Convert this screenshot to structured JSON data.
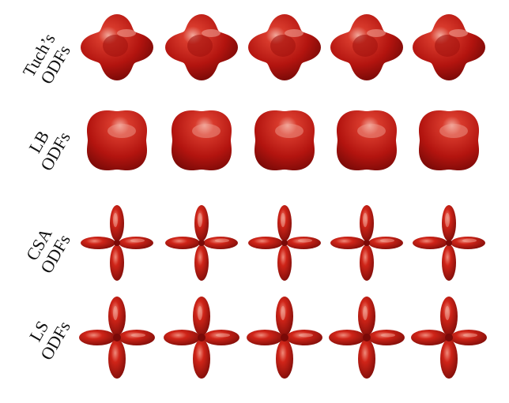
{
  "figure": {
    "rows": [
      {
        "line1": "Tuch’s",
        "line2": "ODFs",
        "shape": "blob-spiky",
        "count": 5
      },
      {
        "line1": "LB",
        "line2": "ODFs",
        "shape": "blob-smooth",
        "count": 5
      },
      {
        "line1": "CSA",
        "line2": "ODFs",
        "shape": "cross-petal",
        "count": 5
      },
      {
        "line1": "LS",
        "line2": "ODFs",
        "shape": "cross-petal-bold",
        "count": 5
      }
    ],
    "colors": {
      "glyph_dark": "#7a0a08",
      "glyph_mid": "#b3140f",
      "glyph_light": "#d83a2c",
      "glyph_highlight": "#f2a79a"
    }
  }
}
